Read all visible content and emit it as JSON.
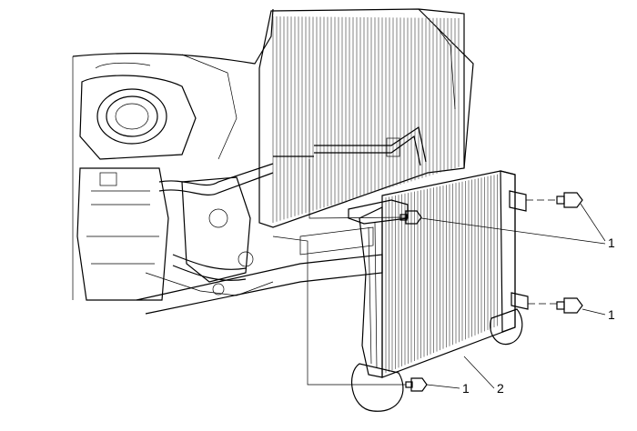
{
  "callouts": [
    {
      "id": "c1a",
      "label": "1"
    },
    {
      "id": "c1b",
      "label": "1"
    },
    {
      "id": "c1c",
      "label": "1"
    },
    {
      "id": "c2",
      "label": "2"
    }
  ]
}
